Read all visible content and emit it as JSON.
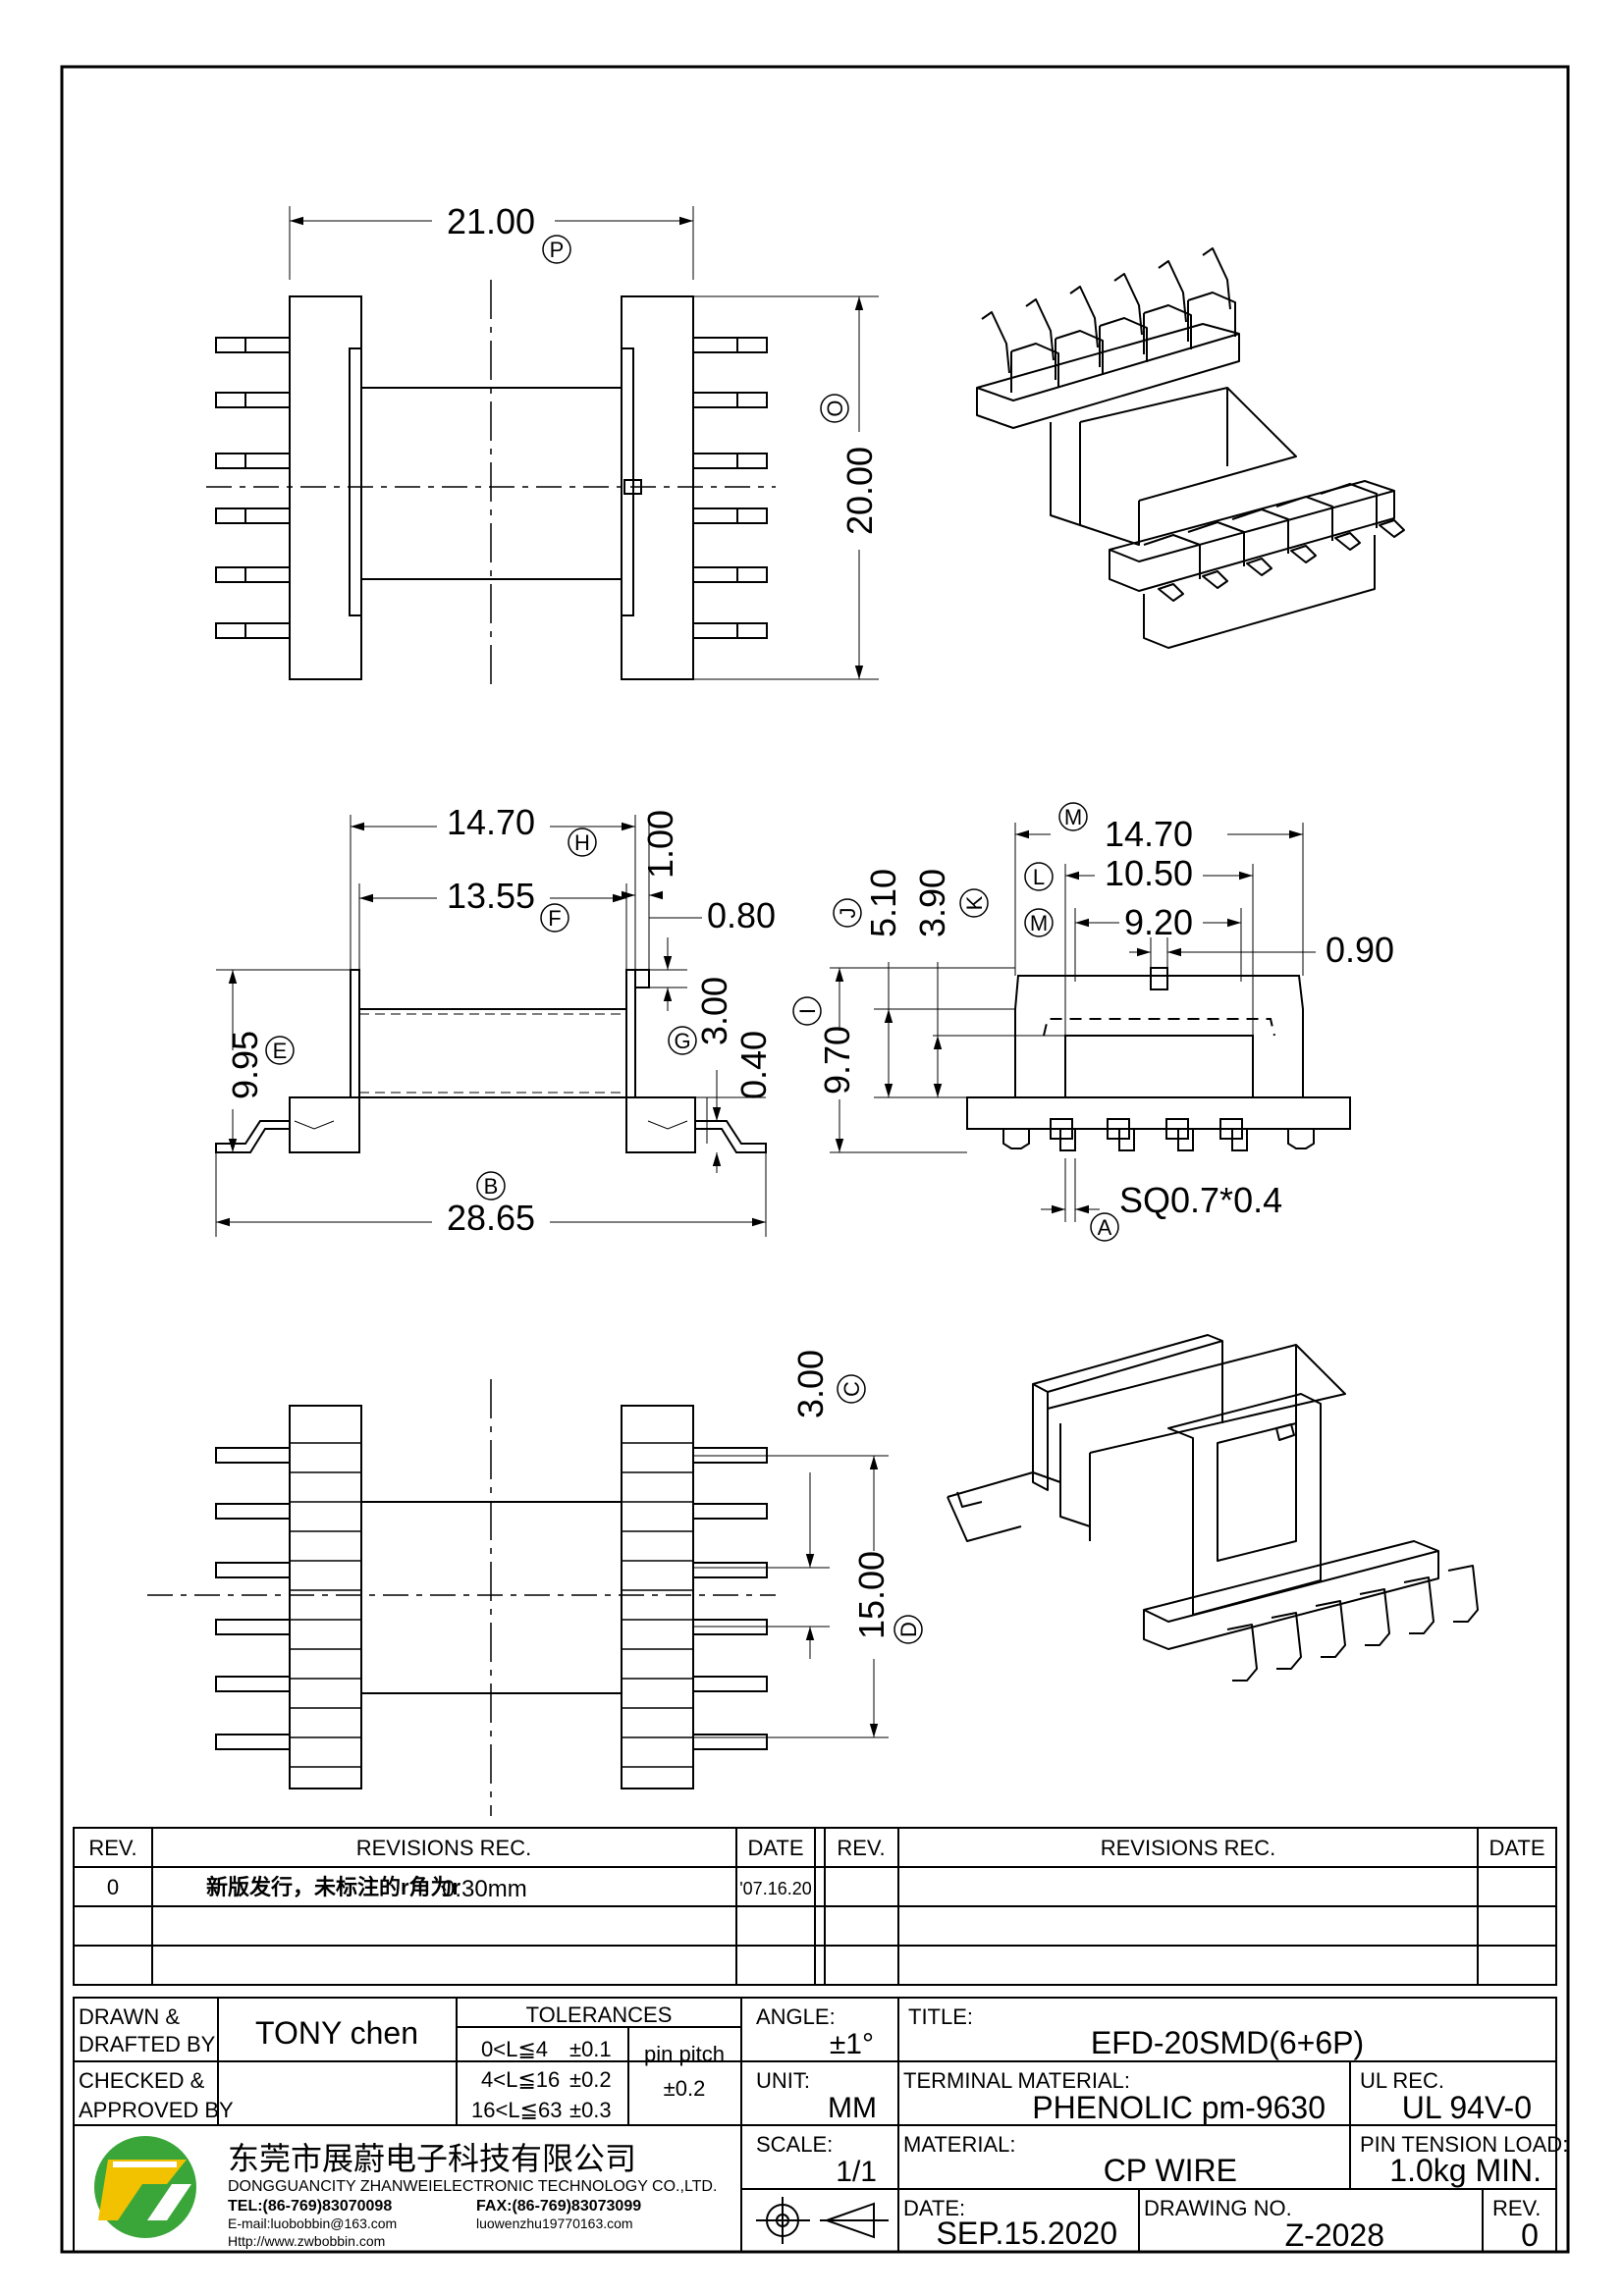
{
  "dimensions": {
    "d_21_00": "21.00",
    "d_20_00": "20.00",
    "d_14_70_a": "14.70",
    "d_13_55": "13.55",
    "d_1_00": "1.00",
    "d_0_80": "0.80",
    "d_9_95": "9.95",
    "d_3_00_a": "3.00",
    "d_0_40": "0.40",
    "d_28_65": "28.65",
    "d_14_70_b": "14.70",
    "d_10_50": "10.50",
    "d_9_20": "9.20",
    "d_0_90": "0.90",
    "d_5_10": "5.10",
    "d_3_90": "3.90",
    "d_9_70": "9.70",
    "d_sq": "SQ0.7*0.4",
    "d_3_00_b": "3.00",
    "d_15_00": "15.00"
  },
  "markers": {
    "P": "P",
    "O": "O",
    "H": "H",
    "F": "F",
    "E": "E",
    "G": "G",
    "B": "B",
    "M1": "M",
    "L": "L",
    "M2": "M",
    "J": "J",
    "K": "K",
    "I": "I",
    "A": "A",
    "C": "C",
    "D": "D"
  },
  "revisions": {
    "left_headers": {
      "rev": "REV.",
      "revisions": "REVISIONS   REC.",
      "date": "DATE"
    },
    "right_headers": {
      "rev": "REV.",
      "revisions": "REVISIONS   REC.",
      "date": "DATE"
    },
    "rows": [
      {
        "rev": "0",
        "text_cn": "新版发行，未标注的r角为r",
        "text_value": "0.30mm",
        "date": "'07.16.20"
      }
    ]
  },
  "title_block": {
    "drawn_label_1": "DRAWN  &",
    "drawn_label_2": "DRAFTED  BY",
    "drawn_value": "TONY  chen",
    "checked_label_1": "CHECKED  &",
    "checked_label_2": "APPROVED  BY",
    "tolerances_label": "TOLERANCES",
    "tol_rows": [
      {
        "range": "0<L≦4",
        "value": "±0.1"
      },
      {
        "range": "4<L≦16",
        "value": "±0.2"
      },
      {
        "range": "16<L≦63",
        "value": "±0.3"
      }
    ],
    "pin_pitch_label": "pin  pitch",
    "pin_pitch_value": "±0.2",
    "angle_label": "ANGLE:",
    "angle_value": "±1°",
    "unit_label": "UNIT:",
    "unit_value": "MM",
    "scale_label": "SCALE:",
    "scale_value": "1/1",
    "title_label": "TITLE:",
    "title_value": "EFD-20SMD(6+6P)",
    "terminal_label": "TERMINAL  MATERIAL:",
    "terminal_value": "PHENOLIC  pm-9630",
    "ul_label": "UL  REC.",
    "ul_value": "UL  94V-0",
    "material_label": "MATERIAL:",
    "material_value": "CP  WIRE",
    "pin_tension_label": "PIN  TENSION  LOAD:",
    "pin_tension_value": "1.0kg  MIN.",
    "date_label": "DATE:",
    "date_value": "SEP.15.2020",
    "drawing_no_label": "DRAWING  NO.",
    "drawing_no_value": "Z-2028",
    "rev_label": "REV.",
    "rev_value": "0"
  },
  "company": {
    "name_cn": "东莞市展蔚电子科技有限公司",
    "name_en": "DONGGUANCITY  ZHANWEIELECTRONIC  TECHNOLOGY  CO.,LTD.",
    "tel": "TEL:(86-769)83070098",
    "fax": "FAX:(86-769)83073099",
    "email": "E-mail:luobobbin@163.com",
    "email2": "luowenzhu19770163.com",
    "http": "Http://www.zwbobbin.com"
  },
  "colors": {
    "logo_green": "#3aa63a",
    "logo_yellow": "#f2c200",
    "ink": "#000000"
  }
}
